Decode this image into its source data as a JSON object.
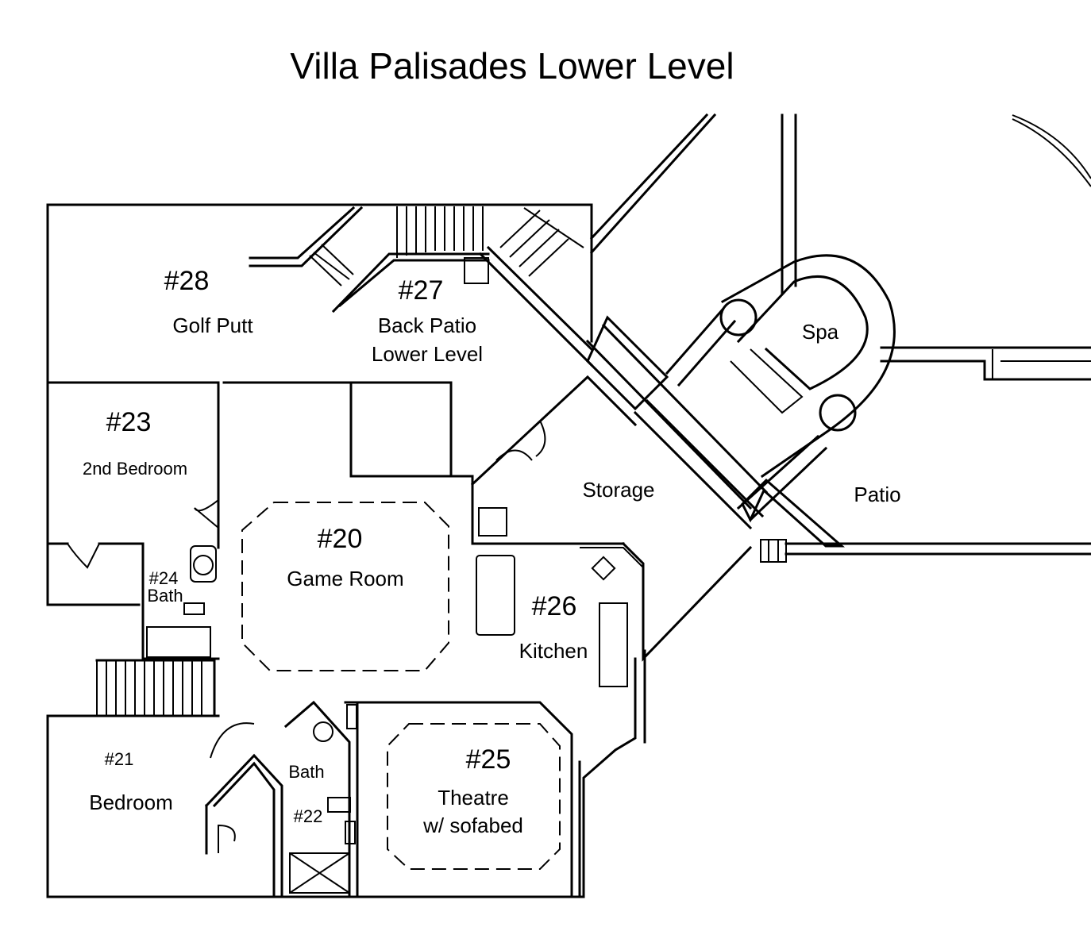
{
  "title": "Villa Palisades Lower Level",
  "rooms": {
    "r28": {
      "number": "#28",
      "name": "Golf Putt"
    },
    "r27": {
      "number": "#27",
      "name_line1": "Back Patio",
      "name_line2": "Lower Level"
    },
    "r23": {
      "number": "#23",
      "name": "2nd Bedroom"
    },
    "r20": {
      "number": "#20",
      "name": "Game Room"
    },
    "r24": {
      "number": "#24",
      "name": "Bath"
    },
    "r26": {
      "number": "#26",
      "name": "Kitchen"
    },
    "r21": {
      "number": "#21",
      "name": "Bedroom"
    },
    "r22": {
      "number": "#22",
      "name": "Bath"
    },
    "r25": {
      "number": "#25",
      "name_line1": "Theatre",
      "name_line2": "w/ sofabed"
    }
  },
  "areas": {
    "storage": "Storage",
    "patio": "Patio",
    "spa": "Spa"
  }
}
